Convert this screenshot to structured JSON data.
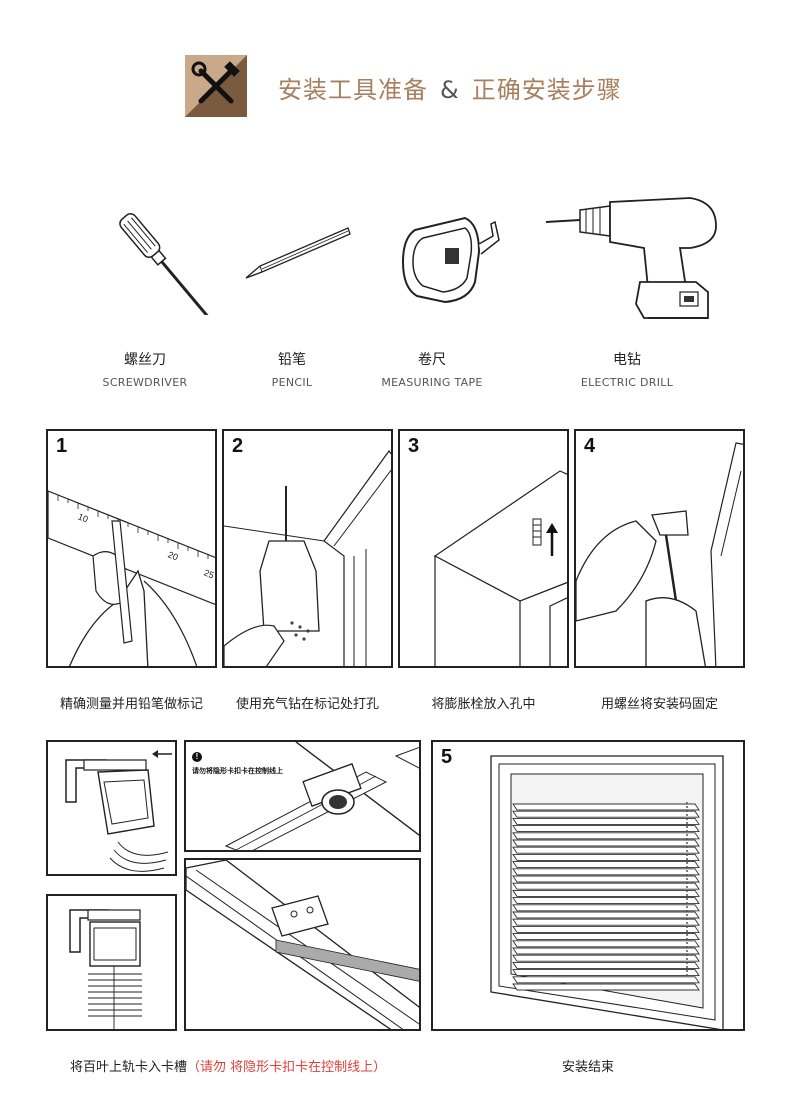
{
  "header": {
    "title_left": "安装工具准备",
    "title_amp": "&",
    "title_right": "正确安装步骤",
    "icon": "tools-icon",
    "accent_color": "#a8805f"
  },
  "tools": [
    {
      "cn": "螺丝刀",
      "en": "SCREWDRIVER",
      "icon": "screwdriver-icon"
    },
    {
      "cn": "铅笔",
      "en": "PENCIL",
      "icon": "pencil-icon"
    },
    {
      "cn": "卷尺",
      "en": "MEASURING TAPE",
      "icon": "measuring-tape-icon"
    },
    {
      "cn": "电钻",
      "en": "ELECTRIC DRILL",
      "icon": "electric-drill-icon"
    }
  ],
  "steps": [
    {
      "num": "1",
      "caption": "精确测量并用铅笔做标记"
    },
    {
      "num": "2",
      "caption": "使用充气钻在标记处打孔"
    },
    {
      "num": "3",
      "caption": "将膨胀栓放入孔中"
    },
    {
      "num": "4",
      "caption": "用螺丝将安装码固定"
    }
  ],
  "ruler_labels": [
    "10",
    "20",
    "25"
  ],
  "rail_step": {
    "warning_note": "请勿将隐形卡扣卡在控制线上",
    "caption_main": "将百叶上轨卡入卡槽",
    "caption_warn": "（请勿 将隐形卡扣卡在控制线上）"
  },
  "final_step": {
    "num": "5",
    "caption": "安装结束"
  }
}
